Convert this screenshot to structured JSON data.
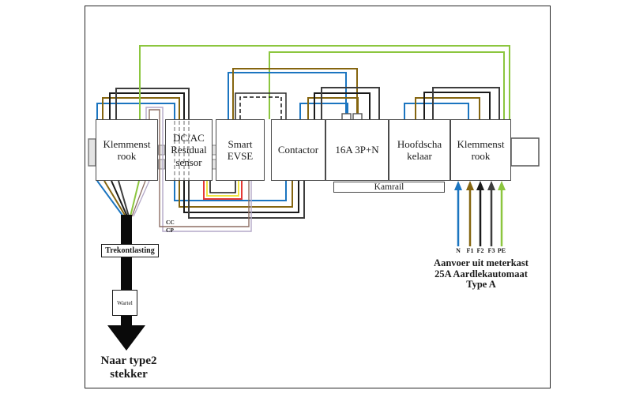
{
  "boxes": {
    "k1": {
      "lines": [
        "Klemmenst",
        "rook"
      ]
    },
    "sensor": {
      "lines": [
        "DC/AC",
        "Residual",
        "sensor"
      ]
    },
    "evse": {
      "lines": [
        "Smart",
        "EVSE"
      ]
    },
    "contactor": {
      "lines": [
        "Contactor"
      ]
    },
    "breaker": {
      "lines": [
        "16A 3P+N"
      ]
    },
    "mainswitch": {
      "lines": [
        "Hoofdscha",
        "kelaar"
      ]
    },
    "k2": {
      "lines": [
        "Klemmenst",
        "rook"
      ]
    }
  },
  "labels": {
    "kamrail": "Kamrail",
    "strain_relief": "Trekontlasting",
    "gland": "Wartel",
    "cc": "CC",
    "cp": "CP"
  },
  "supply": {
    "terminals": [
      "N",
      "F1",
      "F2",
      "F3",
      "PE"
    ],
    "note": [
      "Aanvoer uit meterkast",
      "25A Aardlekautomaat",
      "Type A"
    ]
  },
  "plug_note": {
    "lines": [
      "Naar type2",
      "stekker"
    ]
  },
  "colors": {
    "blue": "#1B75C0",
    "brown": "#85650F",
    "black": "#1A1A1A",
    "gray": "#3D3D3D",
    "green": "#8CC63F",
    "red": "#E53935",
    "yellow": "#F0E442",
    "cc": "#8D6E63",
    "cp": "#B4A8C8",
    "dashed_gray": "#9A9A9A",
    "cable": "#0A0A0A",
    "frame": "#262626"
  }
}
